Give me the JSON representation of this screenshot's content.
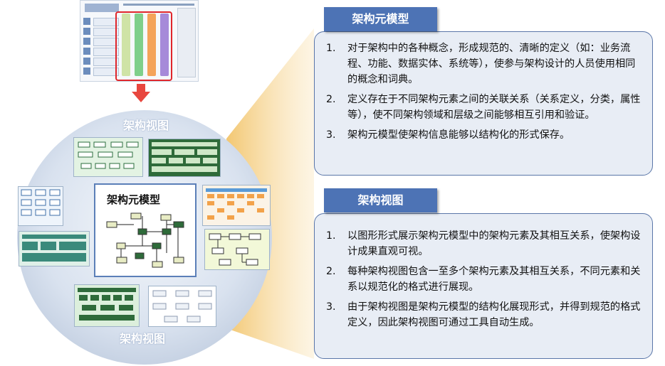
{
  "illustration": {
    "circle_label_top": "架构视图",
    "circle_label_bottom": "架构视图",
    "center_title": "架构元模型",
    "top_bands": [
      "#cfe3a6",
      "#7fcf8a",
      "#f4a35a",
      "#a68ad9"
    ],
    "arrow_color": "#e8473f"
  },
  "panels": [
    {
      "title": "架构元模型",
      "items": [
        {
          "num": "1.",
          "text": "对于架构中的各种概念，形成规范的、清晰的定义（如：业务流程、功能、数据实体、系统等），使参与架构设计的人员使用相同的概念和词典。"
        },
        {
          "num": "2.",
          "text": "定义存在于不同架构元素之间的关联关系（关系定义，分类，属性等），使不同架构领域和层级之间能够相互引用和验证。"
        },
        {
          "num": "3.",
          "text": "架构元模型使架构信息能够以结构化的形式保存。"
        }
      ]
    },
    {
      "title": "架构视图",
      "items": [
        {
          "num": "1.",
          "text": "以图形形式展示架构元模型中的架构元素及其相互关系，使架构设计成果直观可视。"
        },
        {
          "num": "2.",
          "text": "每种架构视图包含一至多个架构元素及其相互关系，不同元素和关系以规范化的格式进行展现。"
        },
        {
          "num": "3.",
          "text": "由于架构视图是架构元模型的结构化展现形式，并得到规范的格式定义，因此架构视图可通过工具自动生成。"
        }
      ]
    }
  ]
}
